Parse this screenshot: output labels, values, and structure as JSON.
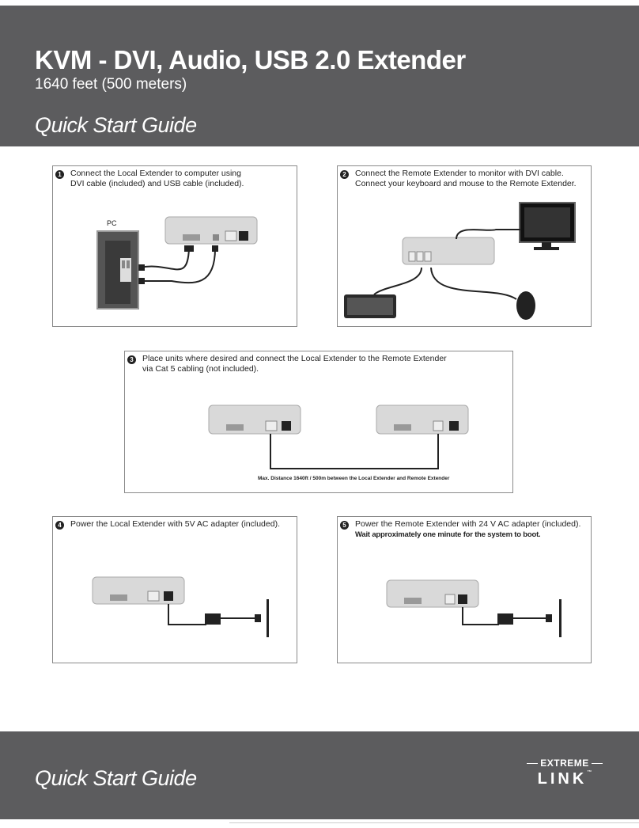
{
  "header": {
    "title": "KVM - DVI, Audio, USB 2.0 Extender",
    "subtitle": "1640 feet (500 meters)",
    "guide_label": "Quick Start Guide"
  },
  "steps": [
    {
      "number": "1",
      "lines": [
        "Connect the Local Extender to computer using",
        "DVI cable (included) and USB cable (included)."
      ],
      "label": "PC"
    },
    {
      "number": "2",
      "lines": [
        "Connect the Remote Extender to monitor with DVI cable.",
        "Connect your keyboard and mouse to the Remote Extender."
      ]
    },
    {
      "number": "3",
      "lines": [
        "Place units where desired and connect the Local Extender to the Remote Extender",
        "via Cat 5 cabling (not included)."
      ],
      "caption": "Max. Distance 1640ft / 500m between the Local Extender and Remote Extender"
    },
    {
      "number": "4",
      "lines": [
        "Power the Local Extender with 5V AC adapter (included)."
      ]
    },
    {
      "number": "5",
      "lines": [
        "Power the Remote Extender with 24 V AC adapter (included)."
      ],
      "note": "Wait approximately one minute for the system to boot."
    }
  ],
  "footer": {
    "guide_label": "Quick Start Guide",
    "logo_top": "EXTREME",
    "logo_bottom": "LINK",
    "logo_tm": "™"
  },
  "colors": {
    "band": "#5c5c5e",
    "panel_border": "#8a8a8a",
    "device": "#d9d9d9"
  }
}
